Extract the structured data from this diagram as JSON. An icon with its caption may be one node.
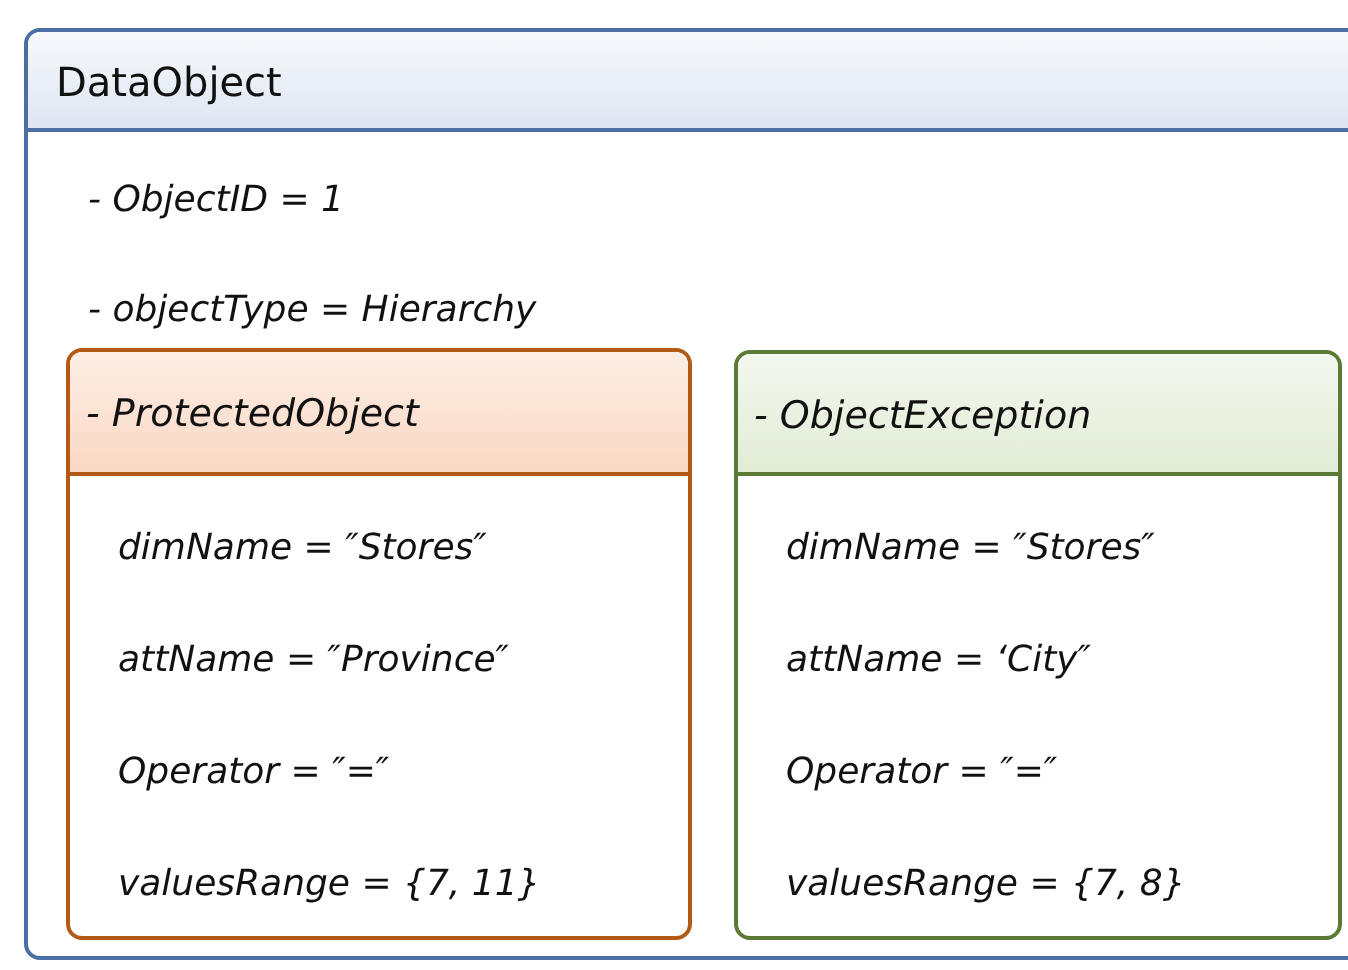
{
  "diagram": {
    "nodes": [
      {
        "text": [
          "DataObject",
          "- ObjectID = 1",
          "- objectType = Hierarchy"
        ]
      },
      {
        "text": [
          "- ProtectedObject",
          "dimName = ″Stores″",
          "attName = ″Province″",
          "Operator = ″=″",
          "valuesRange = {7, 11}"
        ],
        "in": 0
      },
      {
        "text": [
          "- ObjectException",
          "dimName = ″Stores″",
          "attName = ‘City″",
          "Operator = ″=″",
          "valuesRange = {7, 8}"
        ],
        "in": 0
      }
    ]
  }
}
